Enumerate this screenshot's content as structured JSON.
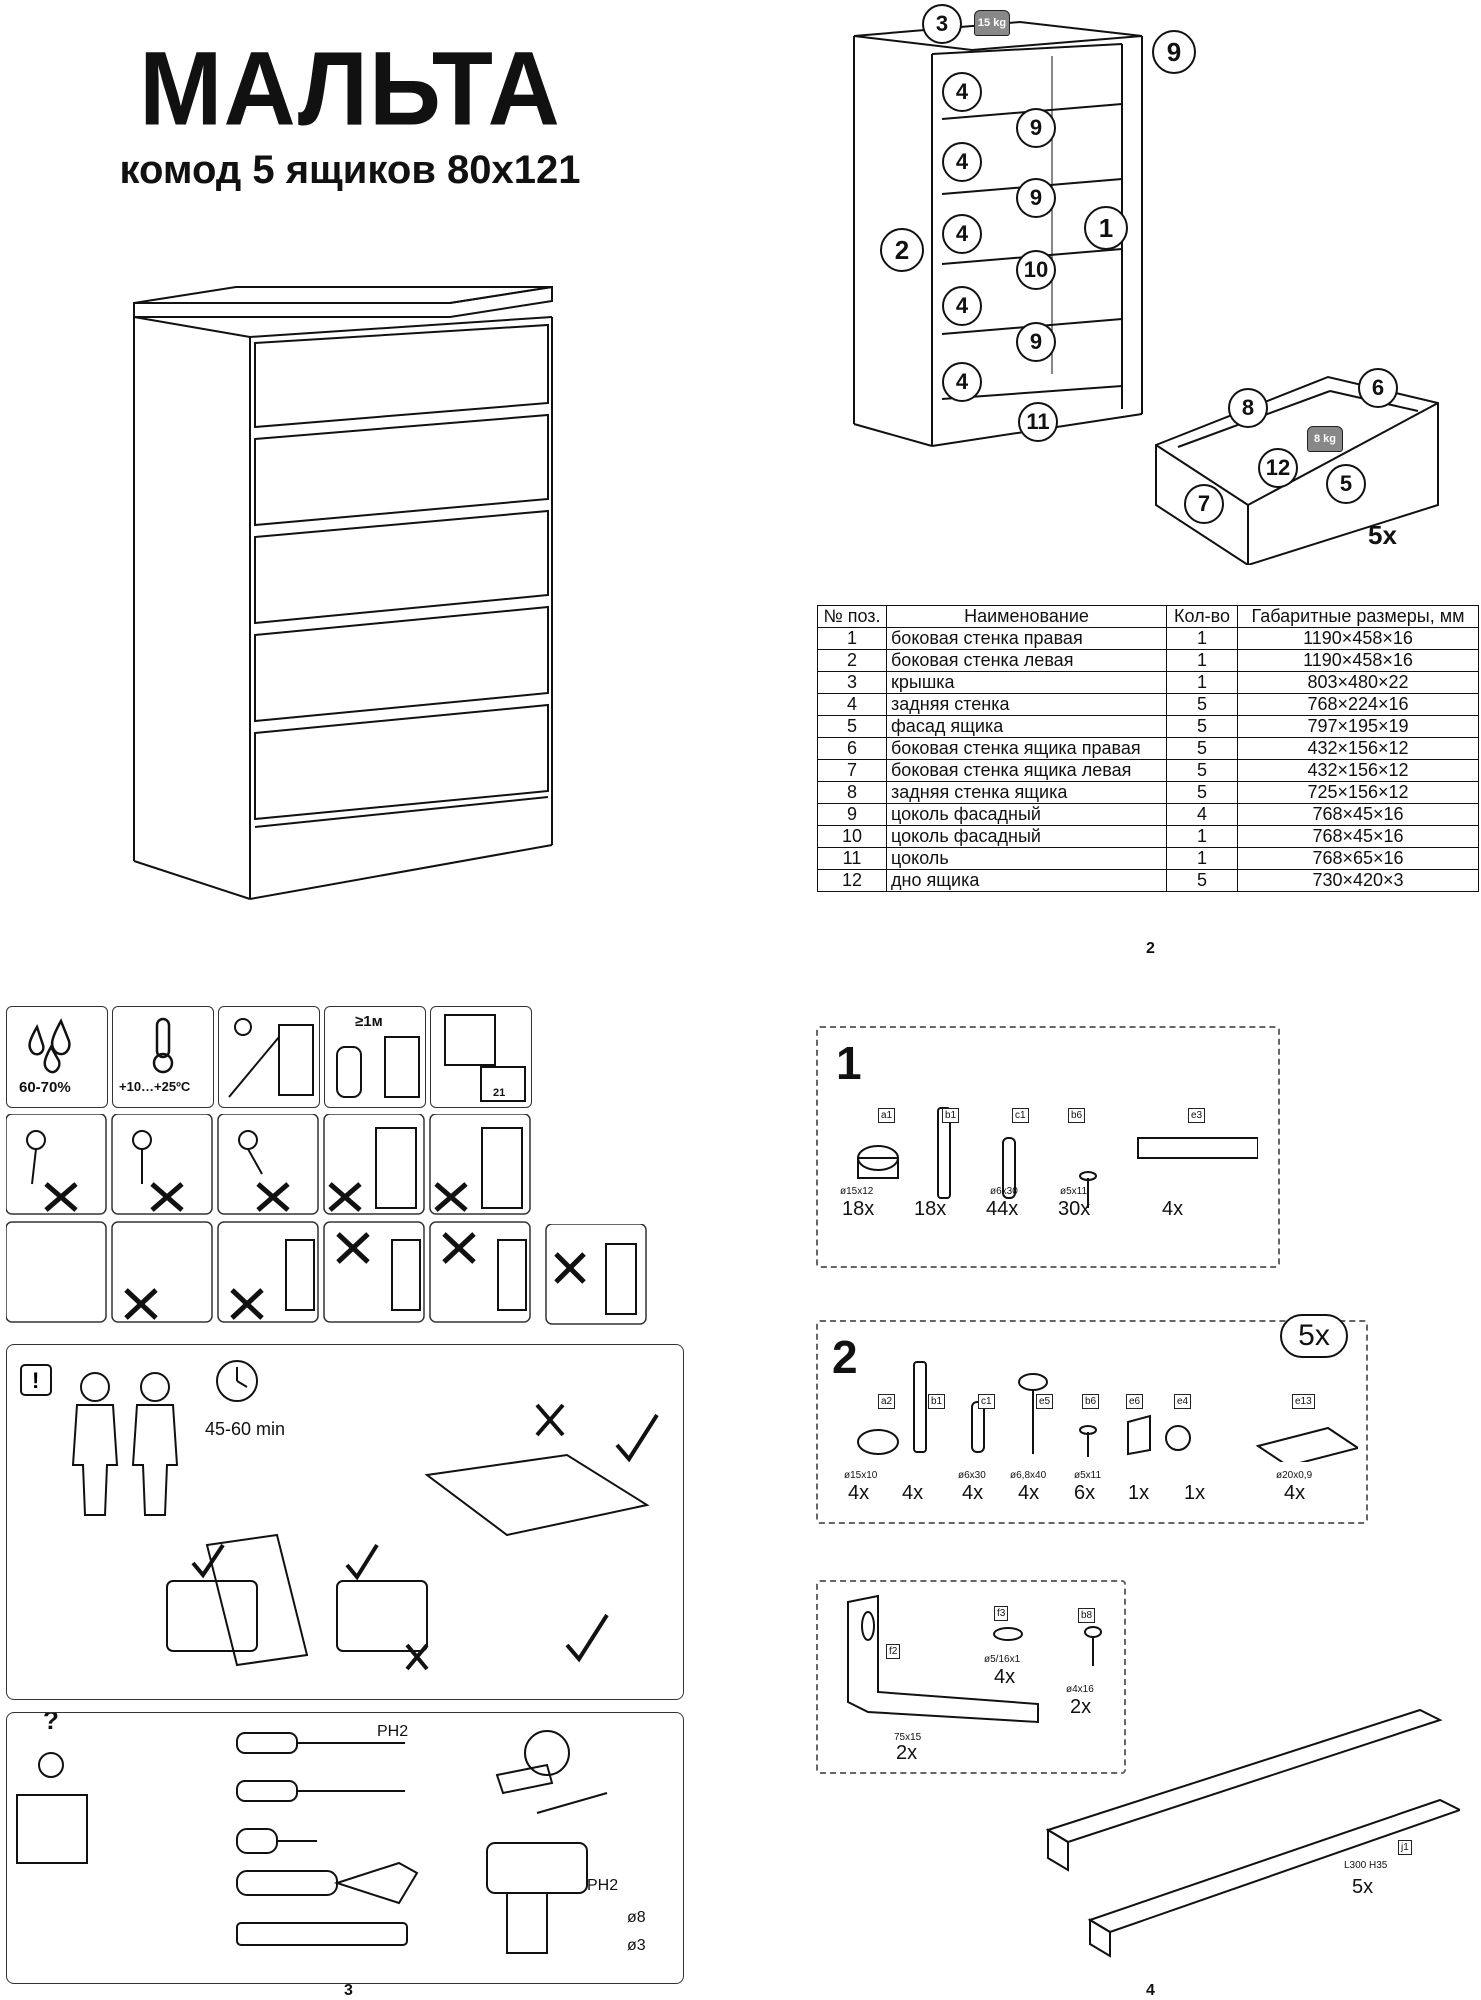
{
  "header": {
    "title": "МАЛЬТА",
    "subtitle": "комод 5 ящиков 80х121"
  },
  "diagram": {
    "badges": [
      "3",
      "9",
      "4",
      "9",
      "4",
      "9",
      "4",
      "1",
      "2",
      "10",
      "4",
      "9",
      "4",
      "11",
      "8",
      "6",
      "12",
      "5",
      "7"
    ],
    "top_weight": "15 kg",
    "drawer_weight": "8 kg",
    "drawer_qty": "5x"
  },
  "parts_table": {
    "headers": [
      "№ поз.",
      "Наименование",
      "Кол-во",
      "Габаритные размеры, мм"
    ],
    "rows": [
      [
        "1",
        "боковая стенка правая",
        "1",
        "1190×458×16"
      ],
      [
        "2",
        "боковая стенка левая",
        "1",
        "1190×458×16"
      ],
      [
        "3",
        "крышка",
        "1",
        "803×480×22"
      ],
      [
        "4",
        "задняя стенка",
        "5",
        "768×224×16"
      ],
      [
        "5",
        "фасад ящика",
        "5",
        "797×195×19"
      ],
      [
        "6",
        "боковая стенка ящика правая",
        "5",
        "432×156×12"
      ],
      [
        "7",
        "боковая стенка ящика левая",
        "5",
        "432×156×12"
      ],
      [
        "8",
        "задняя стенка ящика",
        "5",
        "725×156×12"
      ],
      [
        "9",
        "цоколь фасадный",
        "4",
        "768×45×16"
      ],
      [
        "10",
        "цоколь фасадный",
        "1",
        "768×45×16"
      ],
      [
        "11",
        "цоколь",
        "1",
        "768×65×16"
      ],
      [
        "12",
        "дно ящика",
        "5",
        "730×420×3"
      ]
    ]
  },
  "pages": {
    "p2": "2",
    "p3": "3",
    "p4": "4"
  },
  "conditions": {
    "humidity": "60-70%",
    "temperature": "+10…+25ºC",
    "distance": "≥1м",
    "grid_num": "21"
  },
  "assembly": {
    "people": "45-60 min"
  },
  "tools": {
    "ph2_a": "PH2",
    "ph2_b": "PH2",
    "d8": "ø8",
    "d3": "ø3"
  },
  "fittings_1": {
    "number": "1",
    "items": [
      {
        "tag": "a1",
        "dim": "ø15x12",
        "qty": "18x"
      },
      {
        "tag": "b1",
        "dim": "",
        "qty": "18x"
      },
      {
        "tag": "c1",
        "dim": "ø6x30",
        "qty": "44x"
      },
      {
        "tag": "b6",
        "dim": "ø5x11",
        "qty": "30x"
      },
      {
        "tag": "e3",
        "dim": "",
        "qty": "4x"
      }
    ]
  },
  "fittings_2": {
    "number": "2",
    "multiplier": "5x",
    "items": [
      {
        "tag": "a2",
        "dim": "ø15x10",
        "qty": "4x"
      },
      {
        "tag": "b1",
        "dim": "",
        "qty": "4x"
      },
      {
        "tag": "c1",
        "dim": "ø6x30",
        "qty": "4x"
      },
      {
        "tag": "e5",
        "dim": "ø6,8x40",
        "qty": "4x"
      },
      {
        "tag": "b6",
        "dim": "ø5x11",
        "qty": "6x"
      },
      {
        "tag": "e6",
        "dim": "",
        "qty": "1x"
      },
      {
        "tag": "e4",
        "dim": "",
        "qty": "1x"
      },
      {
        "tag": "e13",
        "dim": "ø20x0,9",
        "qty": "4x"
      }
    ]
  },
  "fittings_3": {
    "items": [
      {
        "tag": "f2",
        "dim": "75x15",
        "qty": "2x"
      },
      {
        "tag": "f3",
        "dim": "ø5/16x1",
        "qty": "4x"
      },
      {
        "tag": "b8",
        "dim": "ø4x16",
        "qty": "2x"
      }
    ]
  },
  "rails": {
    "tag": "j1",
    "dim": "L300 H35",
    "qty": "5x"
  }
}
